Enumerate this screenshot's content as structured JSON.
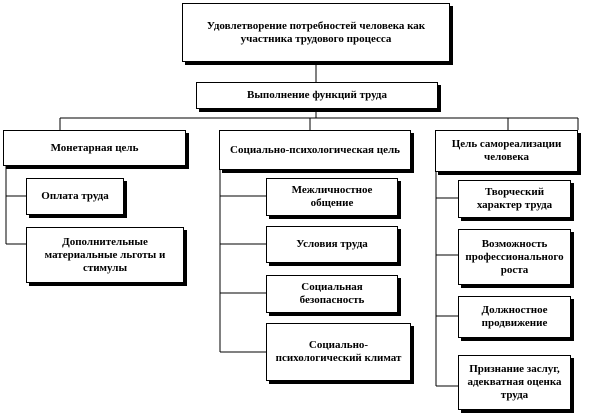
{
  "root": {
    "text": "Удовлетворение потребностей человека как участника трудового процесса"
  },
  "functions": {
    "text": "Выполнение функций труда"
  },
  "branches": [
    {
      "title": "Монетарная цель",
      "items": [
        "Оплата труда",
        "Дополнительные материальные льготы и стимулы"
      ]
    },
    {
      "title": "Социально-психологическая цель",
      "items": [
        "Межличностное общение",
        "Условия труда",
        "Социальная безопасность",
        "Социально-психологический климат"
      ]
    },
    {
      "title": "Цель самореализации человека",
      "items": [
        "Творческий характер труда",
        "Возможность профессионального роста",
        "Должностное продвижение",
        "Признание заслуг, адекватная оценка труда"
      ]
    }
  ]
}
